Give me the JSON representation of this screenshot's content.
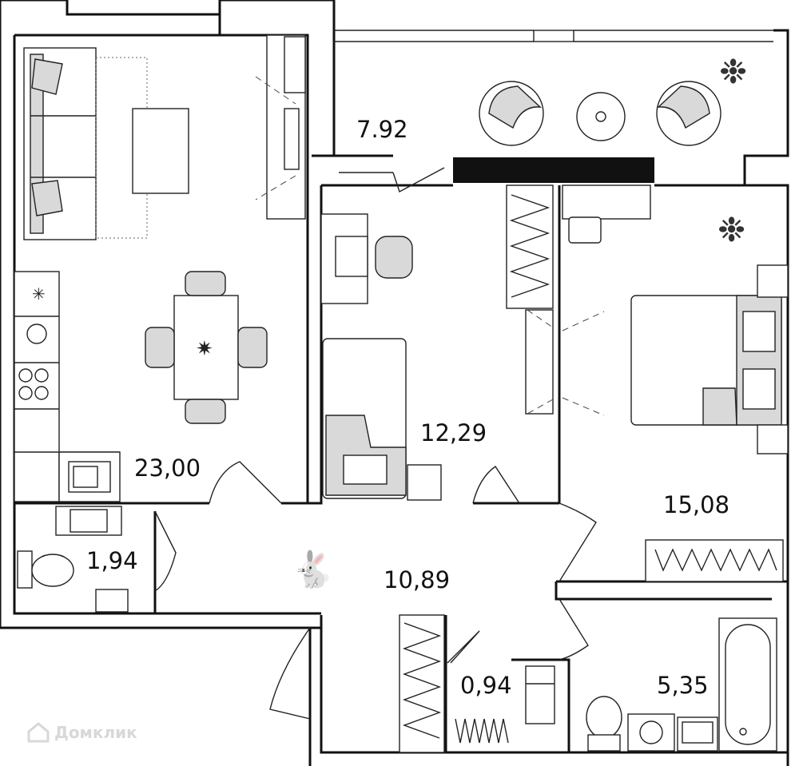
{
  "rooms": {
    "living_kitchen": "23,00",
    "balcony": "7.92",
    "study": "12,29",
    "bedroom": "15,08",
    "toilet": "1,94",
    "hallway": "10,89",
    "closet": "0,94",
    "bathroom": "5,35"
  },
  "watermark": "Домклик",
  "icons": [
    "compass-rose-icon",
    "cat-icon",
    "plant-icon",
    "stove-icon",
    "sink-icon",
    "toilet-icon",
    "bathtub-icon",
    "washing-machine-icon",
    "wardrobe-icon",
    "bed-icon",
    "sofa-icon",
    "desk-icon",
    "chair-icon"
  ]
}
